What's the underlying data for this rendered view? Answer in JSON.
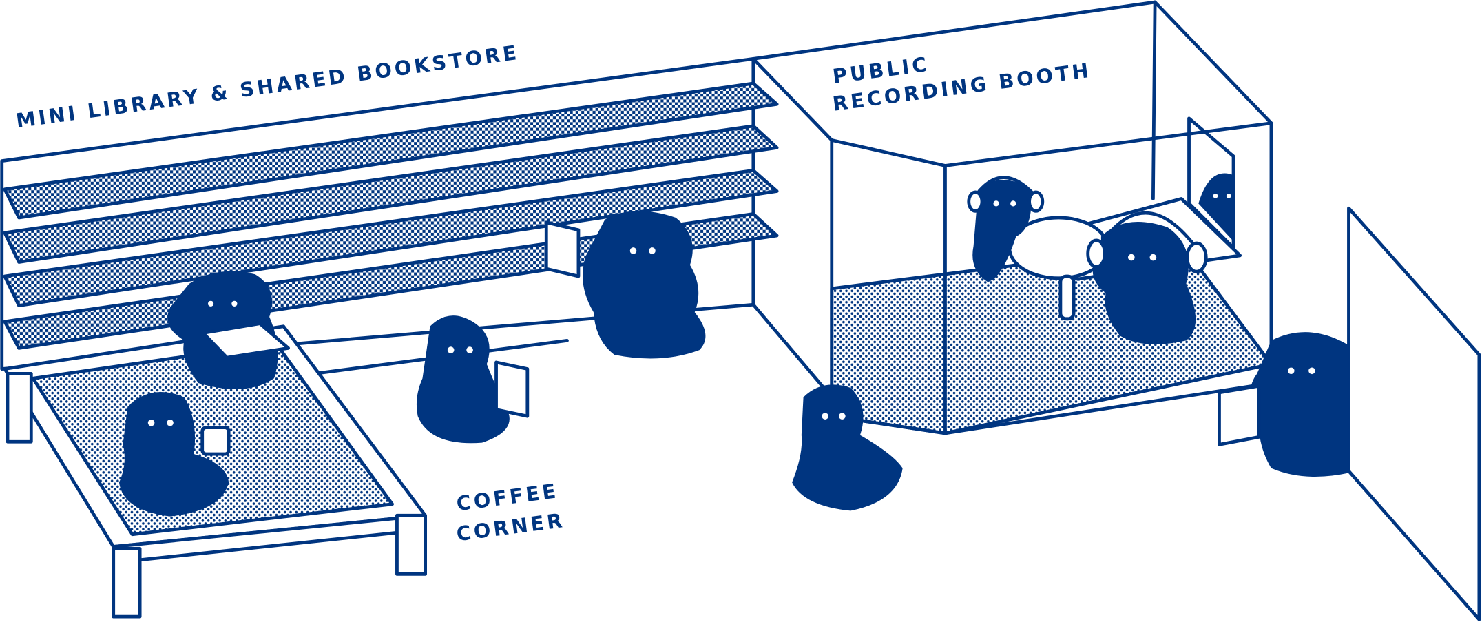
{
  "labels": {
    "library": "MINI LIBRARY & SHARED BOOKSTORE",
    "booth_line1": "PUBLIC",
    "booth_line2": "RECORDING BOOTH",
    "coffee_line1": "COFFEE",
    "coffee_line2": "CORNER"
  },
  "colors": {
    "ink": "#003580",
    "background": "#ffffff"
  }
}
